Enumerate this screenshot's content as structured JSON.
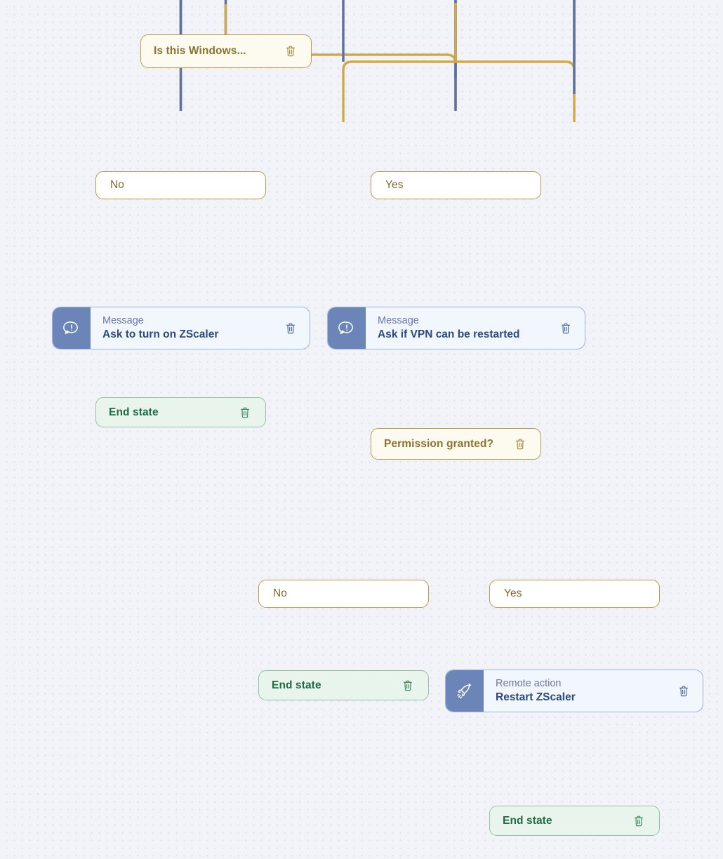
{
  "canvas": {
    "background_color": "#f1f3f8",
    "grid": "dot-grid"
  },
  "colors": {
    "condition_fill": "#fdfaef",
    "condition_border": "#bb9a4f",
    "condition_text": "#8a7330",
    "answer_fill": "#ffffff",
    "answer_border": "#bb9a4f",
    "answer_text": "#7d6a2e",
    "action_fill": "#f2f6fd",
    "action_border": "#9fb4da",
    "action_icon_panel": "#6c85b9",
    "action_kind_text": "#6478a5",
    "action_title_text": "#2c4a80",
    "end_fill": "#e9f5ec",
    "end_border": "#93c2a3",
    "end_text": "#1f6b46",
    "connector_gold": "#d2a949",
    "connector_blue": "#5d729e"
  },
  "nodes": {
    "condition_windows": {
      "type": "condition",
      "label": "Is this Windows...",
      "delete_icon": "trash-icon"
    },
    "answer_windows_no": {
      "type": "answer",
      "label": "No"
    },
    "answer_windows_yes": {
      "type": "answer",
      "label": "Yes"
    },
    "message_zscaler": {
      "type": "action",
      "kind": "Message",
      "title": "Ask to turn on ZScaler",
      "icon": "message-alert-icon",
      "delete_icon": "trash-icon"
    },
    "message_vpn": {
      "type": "action",
      "kind": "Message",
      "title": "Ask if VPN can be restarted",
      "icon": "message-alert-icon",
      "delete_icon": "trash-icon"
    },
    "end_state_left": {
      "type": "end",
      "label": "End state",
      "delete_icon": "trash-icon"
    },
    "condition_permission": {
      "type": "condition",
      "label": "Permission granted?",
      "delete_icon": "trash-icon"
    },
    "answer_permission_no": {
      "type": "answer",
      "label": "No"
    },
    "answer_permission_yes": {
      "type": "answer",
      "label": "Yes"
    },
    "end_state_middle": {
      "type": "end",
      "label": "End state",
      "delete_icon": "trash-icon"
    },
    "remote_action_restart": {
      "type": "action",
      "kind": "Remote action",
      "title": "Restart ZScaler",
      "icon": "rocket-icon",
      "delete_icon": "trash-icon"
    },
    "end_state_bottom": {
      "type": "end",
      "label": "End state",
      "delete_icon": "trash-icon"
    }
  }
}
